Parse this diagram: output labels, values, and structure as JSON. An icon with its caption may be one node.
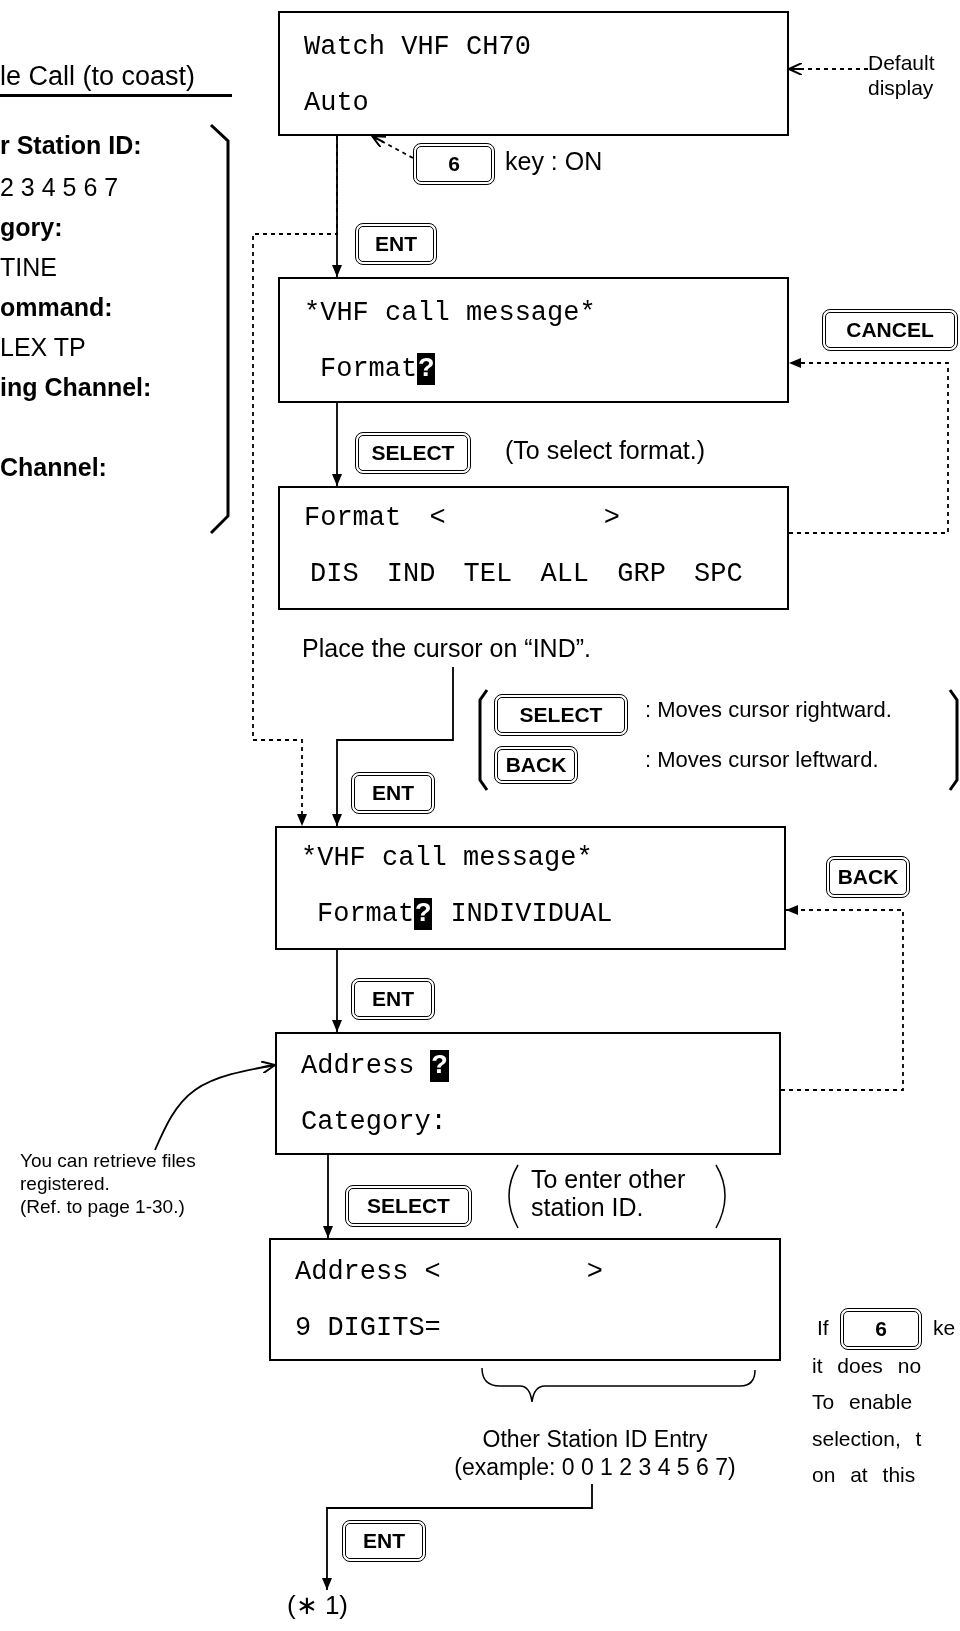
{
  "diagram": {
    "nodes": [
      {
        "text": [
          "Watch VHF CH70",
          "Auto"
        ]
      },
      {
        "text": [
          "Default display"
        ]
      },
      {
        "text": [
          "6"
        ],
        "beside": [
          "key : ON"
        ]
      },
      {
        "text": [
          "ENT"
        ]
      },
      {
        "text": [
          "*VHF call message*",
          "Format",
          "?"
        ]
      },
      {
        "text": [
          "CANCEL"
        ]
      },
      {
        "text": [
          "SELECT"
        ],
        "beside": [
          "(To select format.)"
        ]
      },
      {
        "text": [
          "Format <",
          ">",
          "DIS IND TEL ALL GRP SPC"
        ]
      },
      {
        "text": [
          "Place the cursor on “IND”."
        ]
      },
      {
        "text": [
          "SELECT"
        ],
        "beside": [
          ": Moves cursor rightward."
        ]
      },
      {
        "text": [
          "BACK"
        ]
      },
      {
        "text": [
          "ENT"
        ]
      },
      {
        "text": [
          "*VHF call message*",
          "Format",
          "?",
          "INDIVIDUAL"
        ]
      },
      {
        "text": [
          "BACK"
        ]
      },
      {
        "text": [
          "ENT"
        ]
      },
      {
        "text": [
          "Address",
          "?",
          "Category:"
        ]
      },
      {
        "text": [
          "You can retrieve files registered.",
          "(Ref. to page 1-30.)"
        ]
      },
      {
        "text": [
          "SELECT"
        ]
      },
      {
        "text": [
          "Address <",
          ">",
          "9 DIGITS="
        ]
      },
      {
        "text": [
          "6"
        ],
        "beside": [
          "ke"
        ]
      },
      {
        "text": [
          "Other Station ID Entry",
          "(example: 0 0 1 2 3 4 5 6 7)"
        ]
      },
      {
        "text": [
          "ENT"
        ]
      },
      {
        "text": [
          "(∗ 1)"
        ]
      }
    ],
    "edges": [
      {
        "from": 0,
        "to": 4,
        "arrow": "to"
      },
      {
        "from": 0,
        "to": 12,
        "arrow": "to",
        "style": "dashed"
      },
      {
        "from": 1,
        "to": 0,
        "arrow": "to",
        "style": "dashed"
      },
      {
        "from": 2,
        "to": 0,
        "arrow": "to",
        "style": "dashed"
      },
      {
        "from": 4,
        "to": 7,
        "arrow": "to"
      },
      {
        "from": 7,
        "to": 4,
        "arrow": "to",
        "style": "dashed"
      },
      {
        "from": 8,
        "to": 12,
        "arrow": "to"
      },
      {
        "from": 12,
        "to": 15,
        "arrow": "to"
      },
      {
        "from": 15,
        "to": 12,
        "arrow": "to",
        "style": "dashed"
      },
      {
        "from": 16,
        "to": 15,
        "arrow": "to"
      },
      {
        "from": 15,
        "to": 18,
        "arrow": "to"
      },
      {
        "from": 20,
        "to": 22,
        "arrow": "to"
      }
    ],
    "labels": [
      "le Call (to coast)",
      "r Station ID:",
      "2 3 4 5 6 7",
      "gory:",
      "TINE",
      "ommand:",
      "LEX TP",
      "ing Channel:",
      "Channel:",
      ": Moves cursor leftward.",
      "To enter other station ID.",
      "If",
      "it does no",
      "To enable",
      "selection, t",
      "on at this"
    ]
  }
}
